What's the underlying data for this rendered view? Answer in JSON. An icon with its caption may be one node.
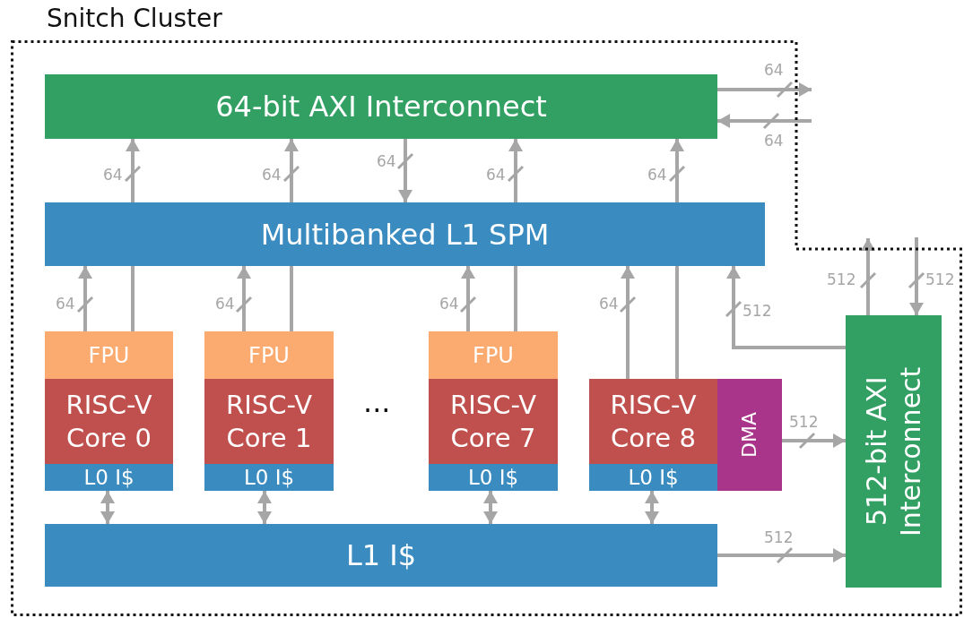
{
  "diagram": {
    "nodes": [
      {
        "text": [
          "Snitch Cluster"
        ]
      },
      {
        "text": [
          "64-bit AXI Interconnect"
        ],
        "in": 0
      },
      {
        "text": [
          "Multibanked L1 SPM"
        ],
        "in": 0
      },
      {
        "text": [
          "FPU"
        ],
        "in": 0
      },
      {
        "text": [
          "RISC-V Core 0"
        ],
        "in": 0
      },
      {
        "text": [
          "L0 I$"
        ],
        "in": 0
      },
      {
        "text": [
          "FPU"
        ],
        "in": 0
      },
      {
        "text": [
          "RISC-V Core 1"
        ],
        "in": 0
      },
      {
        "text": [
          "L0 I$"
        ],
        "in": 0
      },
      {
        "text": [
          "FPU"
        ],
        "in": 0
      },
      {
        "text": [
          "RISC-V Core 7"
        ],
        "in": 0
      },
      {
        "text": [
          "L0 I$"
        ],
        "in": 0
      },
      {
        "text": [
          "RISC-V Core 8"
        ],
        "in": 0
      },
      {
        "text": [
          "DMA"
        ],
        "in": 0
      },
      {
        "text": [
          "L0 I$"
        ],
        "in": 0
      },
      {
        "text": [
          "L1 I$"
        ],
        "in": 0
      },
      {
        "text": [
          "512-bit AXI Interconnect"
        ],
        "in": 0
      }
    ],
    "edges": [
      {
        "from": 1,
        "to": null,
        "arrow": "to",
        "label": "64"
      },
      {
        "from": null,
        "to": 1,
        "arrow": "to",
        "label": "64"
      },
      {
        "from": 2,
        "to": 1,
        "arrow": "to",
        "label": "64"
      },
      {
        "from": 2,
        "to": 1,
        "arrow": "to",
        "label": "64"
      },
      {
        "from": 1,
        "to": 2,
        "arrow": "to",
        "label": "64"
      },
      {
        "from": 2,
        "to": 1,
        "arrow": "to",
        "label": "64"
      },
      {
        "from": 2,
        "to": 1,
        "arrow": "to",
        "label": "64"
      },
      {
        "from": 3,
        "to": 2,
        "arrow": "to",
        "label": "64"
      },
      {
        "from": 3,
        "to": 2,
        "arrow": "none"
      },
      {
        "from": 6,
        "to": 2,
        "arrow": "to",
        "label": "64"
      },
      {
        "from": 6,
        "to": 2,
        "arrow": "none"
      },
      {
        "from": 9,
        "to": 2,
        "arrow": "to",
        "label": "64"
      },
      {
        "from": 9,
        "to": 2,
        "arrow": "none"
      },
      {
        "from": 12,
        "to": 2,
        "arrow": "to",
        "label": "64"
      },
      {
        "from": 12,
        "to": 2,
        "arrow": "none"
      },
      {
        "from": 16,
        "to": 2,
        "arrow": "to",
        "label": "512"
      },
      {
        "from": 16,
        "to": null,
        "arrow": "to",
        "label": "512"
      },
      {
        "from": null,
        "to": 16,
        "arrow": "to",
        "label": "512"
      },
      {
        "from": 13,
        "to": 16,
        "arrow": "to",
        "label": "512"
      },
      {
        "from": 5,
        "to": 15,
        "arrow": "both"
      },
      {
        "from": 8,
        "to": 15,
        "arrow": "both"
      },
      {
        "from": 11,
        "to": 15,
        "arrow": "both"
      },
      {
        "from": 14,
        "to": 15,
        "arrow": "both"
      },
      {
        "from": 15,
        "to": 16,
        "arrow": "to",
        "label": "512"
      }
    ],
    "labels": [
      "..."
    ]
  }
}
